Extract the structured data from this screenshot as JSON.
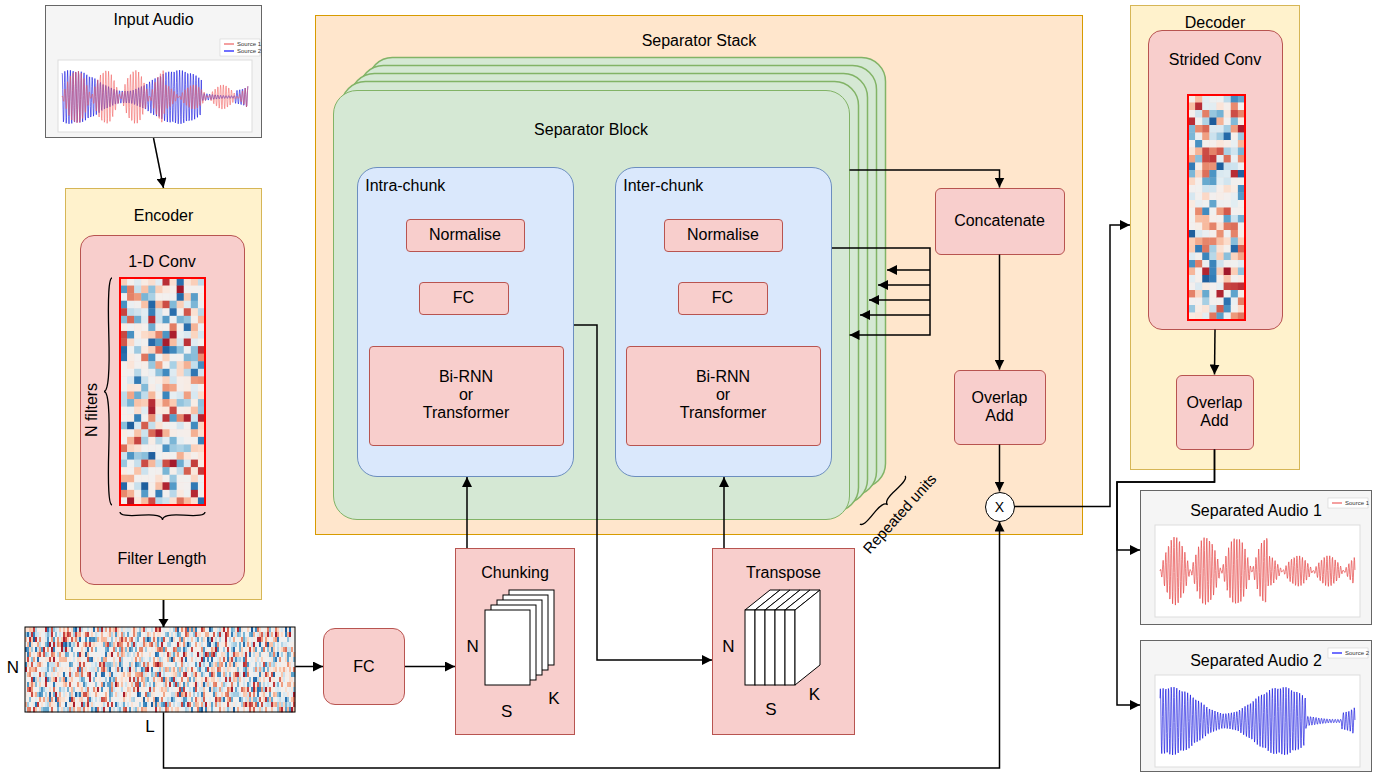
{
  "diagram": {
    "nodes": [
      {
        "text": [
          "Input Audio"
        ]
      },
      {
        "text": [
          "Encoder"
        ]
      },
      {
        "text": [
          "1-D Conv",
          "N filters",
          "Filter Length"
        ],
        "in": 1
      },
      {
        "text": [
          "Separator Stack"
        ]
      },
      {
        "text": [
          "Separator Block"
        ],
        "in": 3
      },
      {
        "text": [
          "Intra-chunk"
        ],
        "in": 4
      },
      {
        "text": [
          "Normalise"
        ],
        "in": 5
      },
      {
        "text": [
          "FC"
        ],
        "in": 5
      },
      {
        "text": [
          "Bi-RNN or Transformer"
        ],
        "in": 5
      },
      {
        "text": [
          "Inter-chunk"
        ],
        "in": 4
      },
      {
        "text": [
          "Normalise"
        ],
        "in": 9
      },
      {
        "text": [
          "FC"
        ],
        "in": 9
      },
      {
        "text": [
          "Bi-RNN or Transformer"
        ],
        "in": 9
      },
      {
        "text": [
          "Concatenate"
        ],
        "in": 3
      },
      {
        "text": [
          "Overlap Add"
        ],
        "in": 3
      },
      {
        "text": [
          "X"
        ],
        "in": 3
      },
      {
        "text": [
          "Decoder"
        ]
      },
      {
        "text": [
          "Strided Conv"
        ],
        "in": 16
      },
      {
        "text": [
          "Overlap Add"
        ],
        "in": 16
      },
      {
        "text": [
          "FC"
        ]
      },
      {
        "text": [
          "Chunking",
          "N",
          "S",
          "K"
        ]
      },
      {
        "text": [
          "Transpose",
          "N",
          "S",
          "K"
        ]
      },
      {
        "text": [
          "Separated Audio 1"
        ]
      },
      {
        "text": [
          "Separated Audio 2"
        ]
      }
    ],
    "edges": [
      {
        "from": 0,
        "to": 1,
        "arrow": "to"
      },
      {
        "from": 1,
        "to": 19,
        "arrow": "to"
      },
      {
        "from": 1,
        "to": 15,
        "arrow": "to"
      },
      {
        "from": 19,
        "to": 20,
        "arrow": "to"
      },
      {
        "from": 20,
        "to": 5,
        "arrow": "to"
      },
      {
        "from": 5,
        "to": 21,
        "arrow": "to"
      },
      {
        "from": 21,
        "to": 9,
        "arrow": "to"
      },
      {
        "from": 9,
        "to": 4,
        "arrow": "to"
      },
      {
        "from": 4,
        "to": 13,
        "arrow": "to"
      },
      {
        "from": 13,
        "to": 14,
        "arrow": "to"
      },
      {
        "from": 14,
        "to": 15,
        "arrow": "to"
      },
      {
        "from": 15,
        "to": 16,
        "arrow": "to"
      },
      {
        "from": 17,
        "to": 18,
        "arrow": "to"
      },
      {
        "from": 18,
        "to": 22,
        "arrow": "to"
      },
      {
        "from": 18,
        "to": 23,
        "arrow": "to"
      }
    ],
    "labels": [
      "N",
      "L",
      "Repeated units"
    ],
    "legend": [
      {
        "text": "Source 1"
      },
      {
        "text": "Source 2"
      },
      {
        "text": "Source 1"
      },
      {
        "text": "Source 2"
      }
    ]
  }
}
